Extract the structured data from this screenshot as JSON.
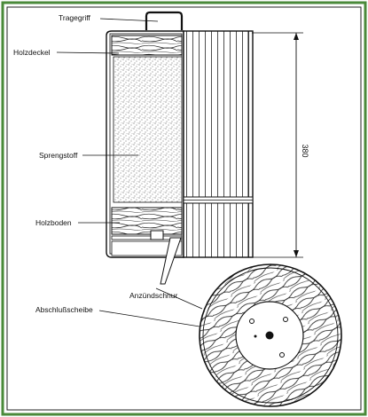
{
  "labels": {
    "handle": "Tragegriff",
    "lid": "Holzdeckel",
    "explosive": "Sprengstoff",
    "bottom": "Holzboden",
    "fuse": "Anzündschnur",
    "closing_disc": "Abschlußscheibe",
    "dimension": "380"
  },
  "colors": {
    "frame_border": "#4a8a3a",
    "ink": "#1a1a1a",
    "paper": "#ffffff"
  }
}
